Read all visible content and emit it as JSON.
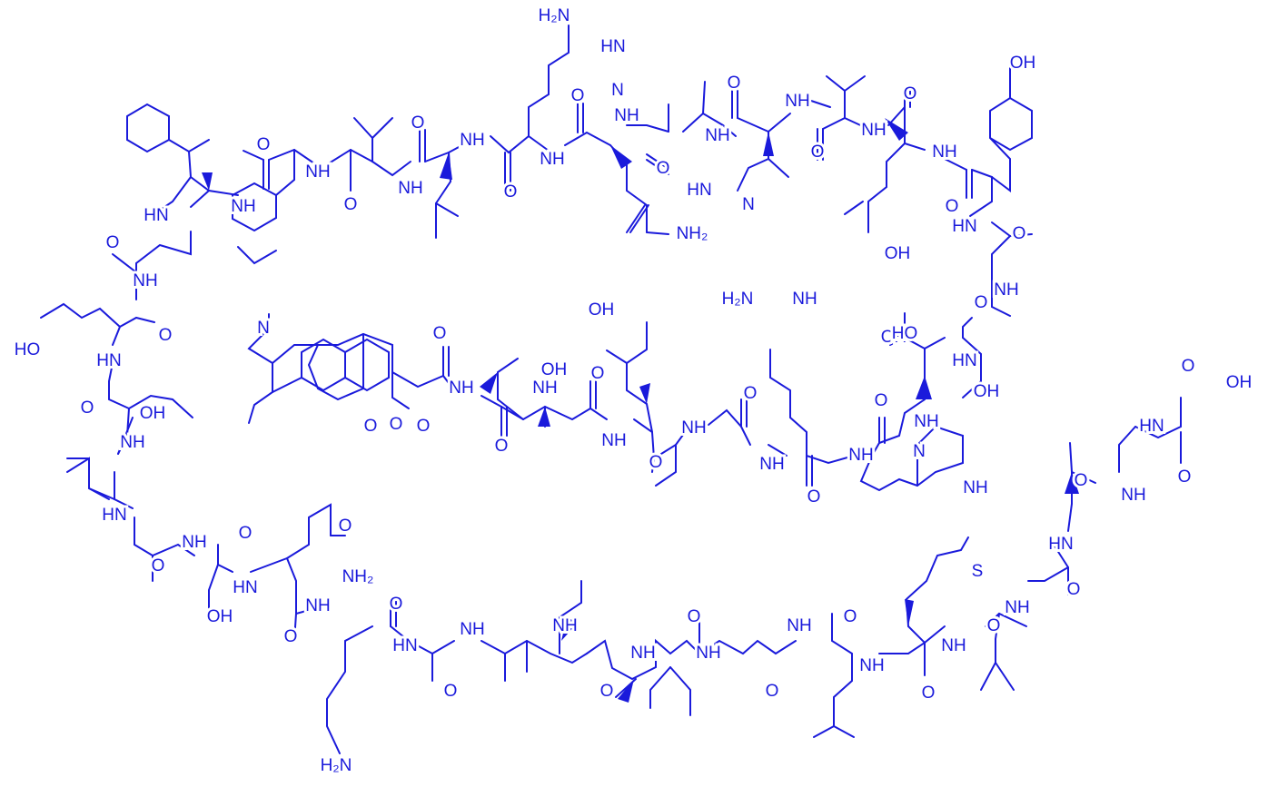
{
  "colors": {
    "ink": "#1a1adb",
    "background": "#ffffff"
  },
  "labels": {
    "amine_top": "H₂N",
    "amine_bottom": "H₂N",
    "amide_nh2_1": "NH₂",
    "amide_nh2_2": "NH₂",
    "nh": "NH",
    "hn": "HN",
    "n": "N",
    "h": "H",
    "o": "O",
    "oh": "OH",
    "ho": "HO",
    "s": "S",
    "guan_h2n": "H₂N",
    "guan_nh": "NH"
  }
}
